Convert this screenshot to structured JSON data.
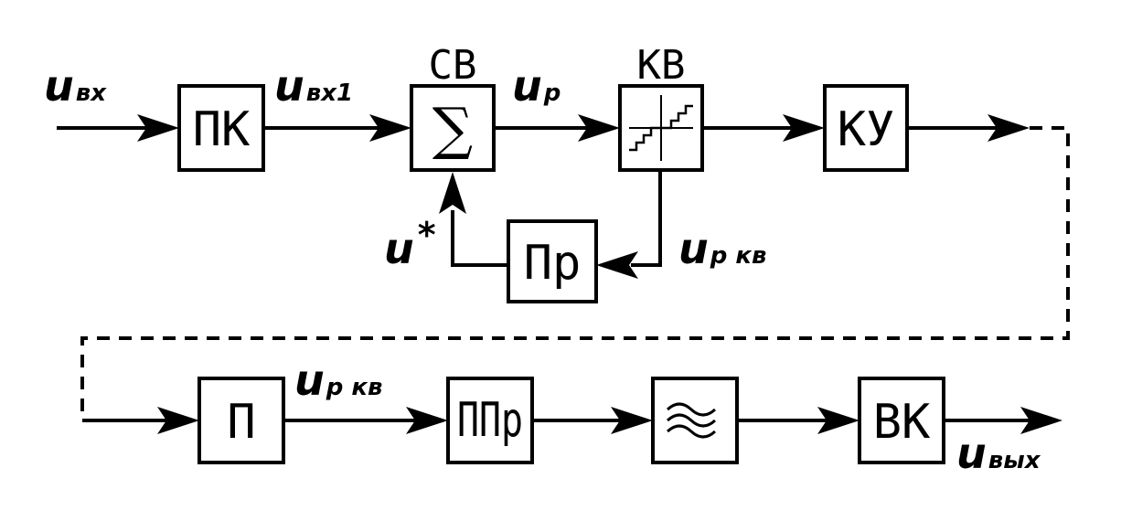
{
  "blocks": {
    "pk": "ПК",
    "sum_symbol": "∑",
    "sum_title": "СВ",
    "quant_title": "КВ",
    "ku": "КУ",
    "pr": "Пр",
    "p": "П",
    "ppr": "ППр",
    "vk": "ВК"
  },
  "signals": {
    "u_in": {
      "main": "u",
      "sub": "вх"
    },
    "u_in1": {
      "main": "u",
      "sub": "вх1"
    },
    "u_r": {
      "main": "u",
      "sub": "р"
    },
    "u_star": {
      "main": "u",
      "sup": "*"
    },
    "u_r_kv_feedback": {
      "main": "u",
      "sub": "р кв"
    },
    "u_r_kv_out": {
      "main": "u",
      "sub": "р кв"
    },
    "u_out": {
      "main": "u",
      "sub": "вых"
    }
  }
}
